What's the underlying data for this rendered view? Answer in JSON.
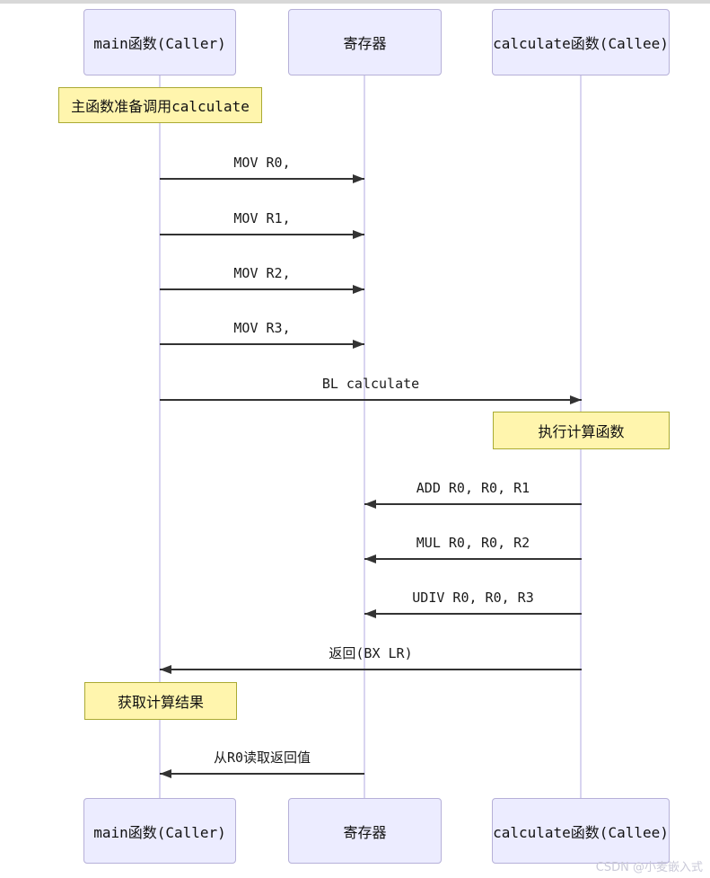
{
  "diagram": {
    "type": "sequence-diagram",
    "actors": [
      {
        "id": "main",
        "label": "main函数(Caller)"
      },
      {
        "id": "registers",
        "label": "寄存器"
      },
      {
        "id": "calculate",
        "label": "calculate函数(Callee)"
      }
    ],
    "messages": [
      {
        "from": "main",
        "to": "registers",
        "label": "MOV R0,"
      },
      {
        "from": "main",
        "to": "registers",
        "label": "MOV R1,"
      },
      {
        "from": "main",
        "to": "registers",
        "label": "MOV R2,"
      },
      {
        "from": "main",
        "to": "registers",
        "label": "MOV R3,"
      },
      {
        "from": "main",
        "to": "calculate",
        "label": "BL calculate"
      },
      {
        "from": "calculate",
        "to": "registers",
        "label": "ADD R0, R0, R1"
      },
      {
        "from": "calculate",
        "to": "registers",
        "label": "MUL R0, R0, R2"
      },
      {
        "from": "calculate",
        "to": "registers",
        "label": "UDIV R0, R0, R3"
      },
      {
        "from": "calculate",
        "to": "main",
        "label": "返回(BX LR)"
      },
      {
        "from": "registers",
        "to": "main",
        "label": "从R0读取返回值"
      }
    ],
    "notes": [
      {
        "over": "main",
        "label": "主函数准备调用calculate"
      },
      {
        "over": "calculate",
        "label": "执行计算函数"
      },
      {
        "over": "main",
        "label": "获取计算结果"
      }
    ],
    "watermark": "CSDN @小麦嵌入式",
    "colors": {
      "actor_fill": "#ECECFF",
      "actor_border": "#b6b0d8",
      "note_fill": "#FFF5AD",
      "note_border": "#AAAA33",
      "lifeline": "#d8d4f0",
      "arrow": "#333333",
      "top_strip": "#d8d8d8",
      "watermark_text": "#c9c9d8"
    }
  }
}
